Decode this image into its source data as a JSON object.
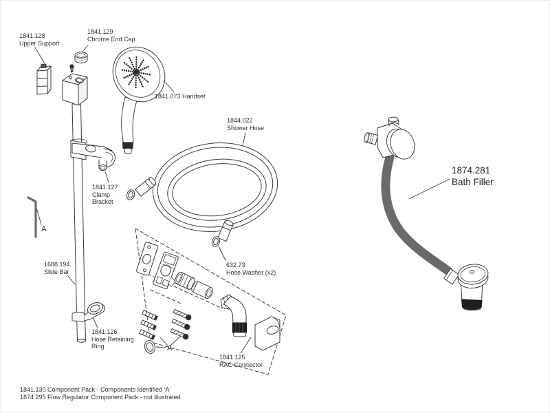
{
  "diagram": {
    "title_context": "Shower kit exploded parts diagram",
    "labels": {
      "upper_support": {
        "code": "1841.128",
        "name": "Upper Support"
      },
      "chrome_end_cap": {
        "code": "1841.129",
        "name": "Chrome End Cap"
      },
      "handset": {
        "text": "1841.073 Handset"
      },
      "shower_hose": {
        "code": "1844.022",
        "name": "Shower Hose"
      },
      "clamp_bracket": {
        "code": "1841.127",
        "line2": "Clamp",
        "line3": "Bracket"
      },
      "slide_bar": {
        "code": "1688.194",
        "name": "Slide Bar"
      },
      "hose_retaining_ring": {
        "code": "1841.126",
        "line2": "Hose Retaining",
        "line3": "Ring"
      },
      "hose_washer": {
        "code": "632.73",
        "name": "Hose Washer (x2)"
      },
      "rac_connector": {
        "code": "1841.125",
        "name": "RAC Connector"
      },
      "bath_filler": {
        "code": "1874.281",
        "name": "Bath Filler"
      },
      "marker_a_key": "A",
      "marker_a_screws": "A"
    },
    "footer": {
      "line1": "1841.130 Component Pack - Components Identified 'A'",
      "line2": "1874.295 Flow Regulator Component Pack - not illustrated"
    },
    "colors": {
      "line": "#3a3a3a",
      "text": "#2e2e2e",
      "background": "#ffffff"
    }
  }
}
